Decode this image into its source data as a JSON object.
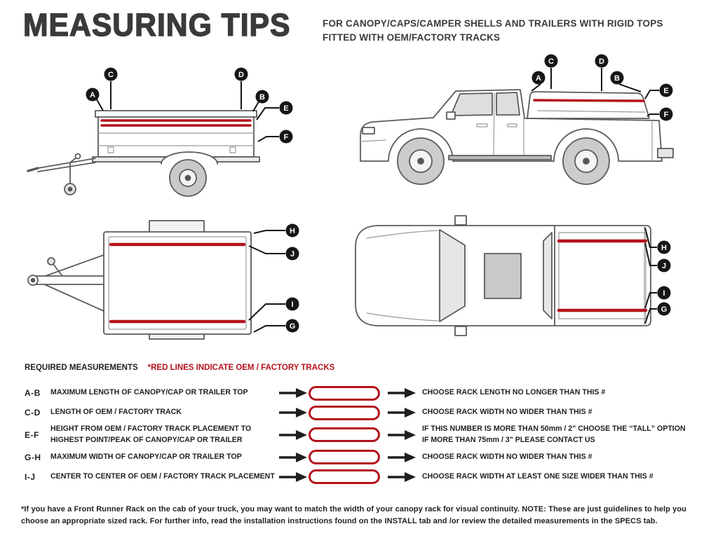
{
  "header": {
    "title": "MEASURING TIPS",
    "subtitle_line1": "FOR CANOPY/CAPS/CAMPER SHELLS AND TRAILERS WITH RIGID TOPS",
    "subtitle_line2": "FITTED WITH OEM/FACTORY TRACKS"
  },
  "markers": {
    "side": [
      "A",
      "C",
      "D",
      "B",
      "E",
      "F"
    ],
    "top": [
      "H",
      "J",
      "I",
      "G"
    ]
  },
  "legend": {
    "required_label": "REQUIRED MEASUREMENTS",
    "red_note": "*RED LINES INDICATE OEM / FACTORY TRACKS"
  },
  "measurements": [
    {
      "id": "A-B",
      "label": "MAXIMUM LENGTH OF CANOPY/CAP OR TRAILER TOP",
      "result": "CHOOSE RACK LENGTH NO LONGER THAN THIS #"
    },
    {
      "id": "C-D",
      "label": "LENGTH OF OEM / FACTORY TRACK",
      "result": "CHOOSE RACK WIDTH NO WIDER THAN THIS #"
    },
    {
      "id": "E-F",
      "label": "HEIGHT FROM OEM / FACTORY TRACK PLACEMENT TO",
      "label2": "HIGHEST POINT/PEAK OF CANOPY/CAP OR TRAILER",
      "result": "IF THIS NUMBER IS MORE THAN 50mm / 2\" CHOOSE THE “TALL” OPTION",
      "result2": "IF MORE THAN 75mm / 3\" PLEASE CONTACT US"
    },
    {
      "id": "G-H",
      "label": "MAXIMUM WIDTH OF CANOPY/CAP OR TRAILER TOP",
      "result": "CHOOSE RACK WIDTH NO WIDER THAN THIS #"
    },
    {
      "id": "I-J",
      "label": "CENTER TO CENTER OF OEM / FACTORY TRACK PLACEMENT",
      "result": "CHOOSE RACK WIDTH AT LEAST ONE SIZE WIDER THAN THIS #"
    }
  ],
  "footnote": "*If you have a Front Runner Rack on the cab of your truck, you may want to match the width of your canopy rack for visual continuity. NOTE: These are just guidelines to help you choose an appropriate sized rack. For further info, read the installation instructions found on the INSTALL tab and /or review the detailed measurements in the SPECS tab.",
  "colors": {
    "accent_red": "#b5121b",
    "ink": "#1f1f1f",
    "title_gray": "#3a3a3a",
    "drawing_line": "#5b5b5b"
  }
}
